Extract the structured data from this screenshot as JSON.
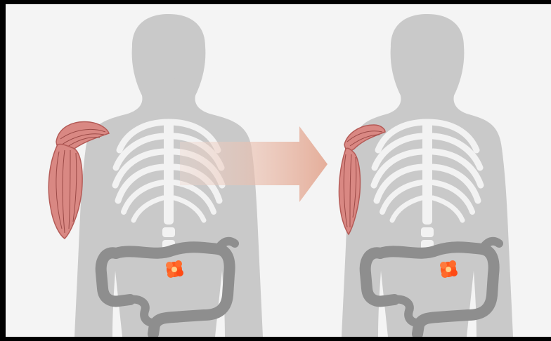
{
  "illustration": {
    "figures": [
      {
        "id": "before",
        "muscle_mass": "normal"
      },
      {
        "id": "after",
        "muscle_mass": "reduced"
      }
    ],
    "colors": {
      "background": "#f4f4f4",
      "frame": "#000000",
      "body": "#c9c9c9",
      "skeleton": "#f2f2f2",
      "intestine": "#8e8e8e",
      "muscle": "#d98883",
      "muscle_lines": "#9b4a47",
      "tumor": "#ff5a1e",
      "arrow": "#e8b9a6"
    }
  }
}
